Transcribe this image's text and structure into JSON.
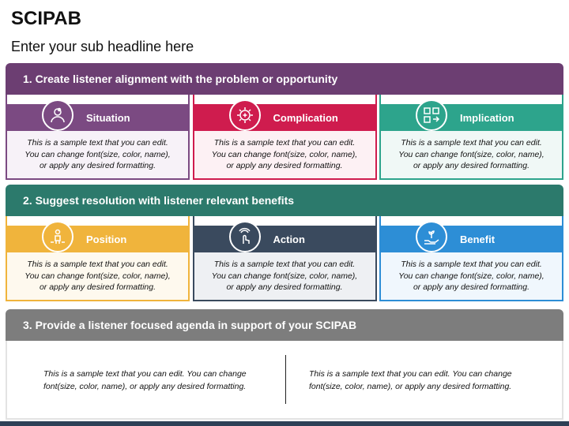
{
  "slide": {
    "title": "SCIPAB",
    "subtitle": "Enter your sub headline here"
  },
  "sections": [
    {
      "heading": "1. Create listener alignment with the problem or opportunity",
      "color": "#6c3e72",
      "cards": [
        {
          "label": "Situation",
          "icon": "person-icon",
          "bar_color": "#7b4a82",
          "body_bg": "#f7f2f8",
          "text": "This is a sample text that you can edit.\nYou can change font(size, color, name),\nor apply any desired formatting."
        },
        {
          "label": "Complication",
          "icon": "gear-brain-icon",
          "bar_color": "#cf1c4e",
          "body_bg": "#fdf1f4",
          "text": "This is a sample text that you can edit.\nYou can change font(size, color, name),\nor apply any desired formatting."
        },
        {
          "label": "Implication",
          "icon": "puzzle-icon",
          "bar_color": "#2da48c",
          "body_bg": "#f0f8f6",
          "text": "This is a sample text that you can edit.\nYou can change font(size, color, name),\nor apply any desired formatting."
        }
      ]
    },
    {
      "heading": "2. Suggest resolution with listener relevant benefits",
      "color": "#2c7a6c",
      "cards": [
        {
          "label": "Position",
          "icon": "position-icon",
          "bar_color": "#f0b43c",
          "body_bg": "#fef9ee",
          "text": "This is a sample text that you can edit.\nYou can change font(size, color, name),\nor apply any desired formatting."
        },
        {
          "label": "Action",
          "icon": "hand-touch-icon",
          "bar_color": "#3a4a5e",
          "body_bg": "#eef0f3",
          "text": "This is a sample text that you can edit.\nYou can change font(size, color, name),\nor apply any desired formatting."
        },
        {
          "label": "Benefit",
          "icon": "plant-hand-icon",
          "bar_color": "#2d8ed6",
          "body_bg": "#f0f7fd",
          "text": "This is a sample text that you can edit.\nYou can change font(size, color, name),\nor apply any desired formatting."
        }
      ]
    },
    {
      "heading": "3. Provide a listener focused agenda in support of your SCIPAB",
      "color": "#7d7d7d",
      "columns": [
        "This is a sample text that you can edit. You can change font(size, color, name), or apply any desired formatting.",
        "This is a sample text that you can edit. You can change font(size, color, name), or apply any desired formatting."
      ]
    }
  ]
}
